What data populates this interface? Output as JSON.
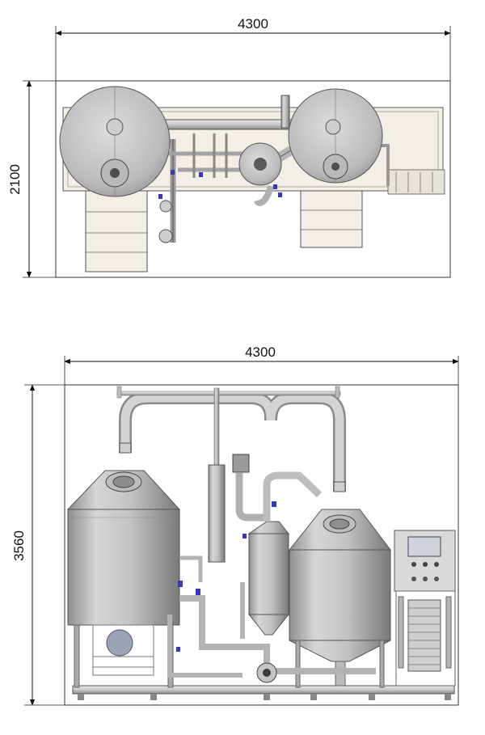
{
  "top_view": {
    "width_label": "4300",
    "depth_label": "2100"
  },
  "front_view": {
    "width_label": "4300",
    "height_label": "3560"
  }
}
